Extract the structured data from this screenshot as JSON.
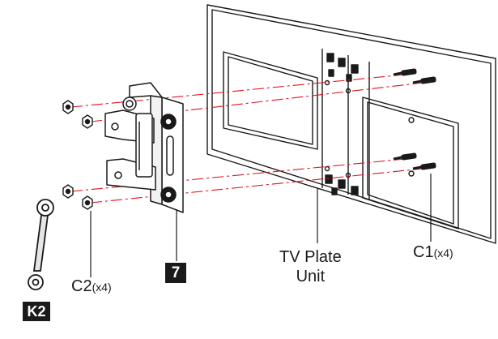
{
  "labels": {
    "tv_plate_line1": "TV Plate",
    "tv_plate_line2": "Unit",
    "c1_code": "C1",
    "c1_qty": "(x4)",
    "c2_code": "C2",
    "c2_qty": "(x4)",
    "step_number": "7",
    "k2_tag": "K2"
  },
  "colors": {
    "ink": "#1a1a1a",
    "assembly_line": "#e0141e",
    "badge_bg": "#1a1a1a",
    "badge_text": "#ffffff"
  }
}
